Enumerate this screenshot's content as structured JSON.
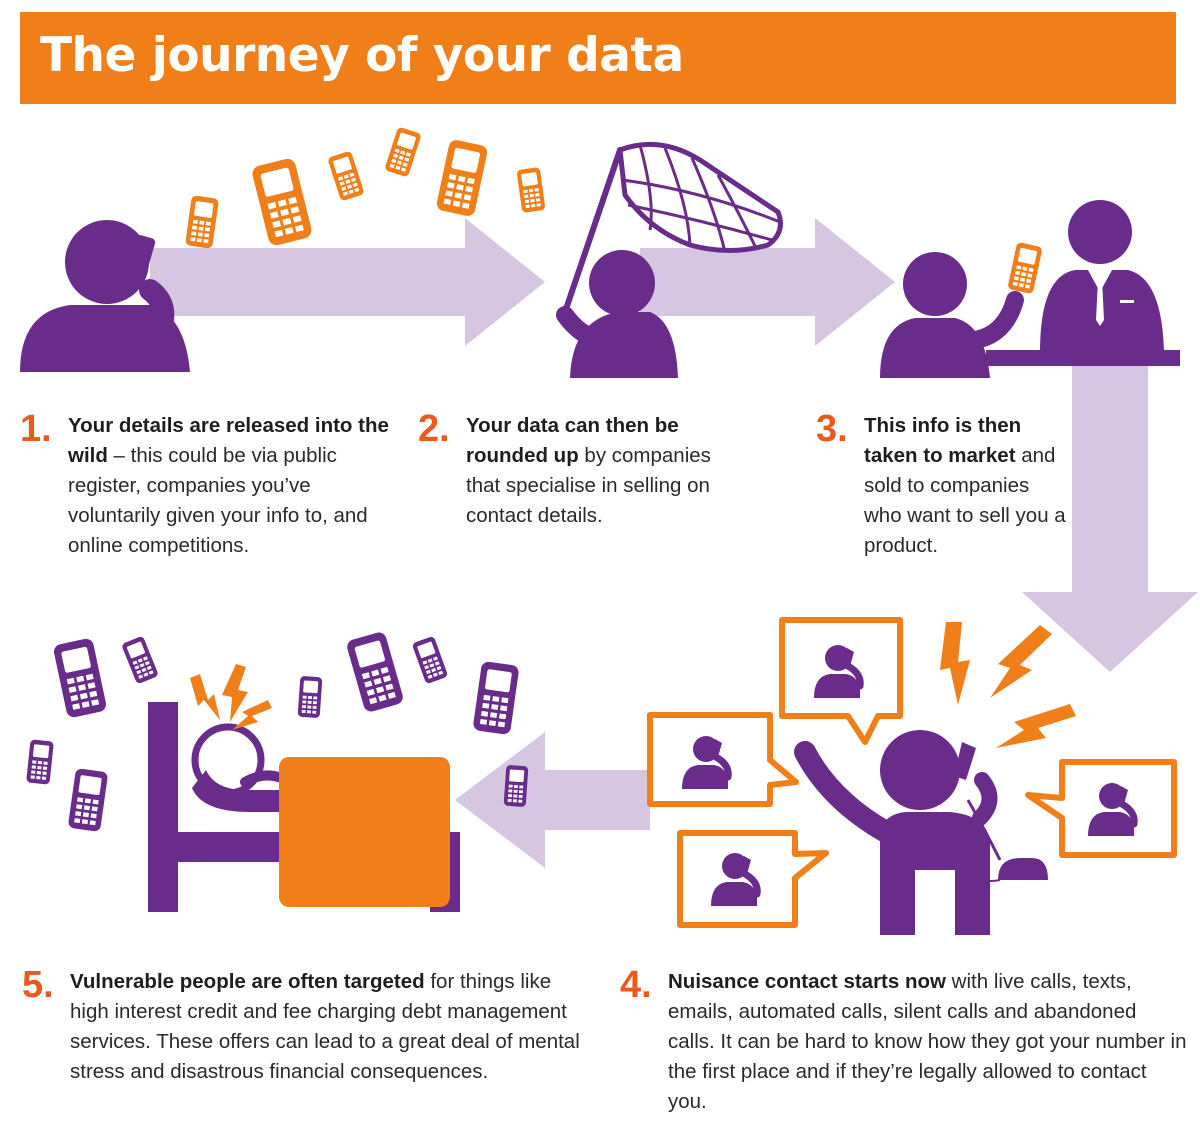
{
  "title": "The journey of your data",
  "colors": {
    "orange": "#f07f1a",
    "purple": "#6a2c8b",
    "lavender": "#d6c6e1",
    "number": "#ea5a1e"
  },
  "steps": [
    {
      "number": "1.",
      "bold": "Your details are released into the wild",
      "rest": " – this could be via public register, companies you’ve voluntarily given your info to, and online competitions."
    },
    {
      "number": "2.",
      "bold": "Your data can then be rounded up",
      "rest": " by companies that specialise in selling on contact details."
    },
    {
      "number": "3.",
      "bold": "This info is then taken to market",
      "rest": " and sold to companies who want to sell you a product."
    },
    {
      "number": "4.",
      "bold": "Nuisance contact starts now",
      "rest": " with live calls, texts, emails, automated calls, silent calls and abandoned calls. It can be hard to know how they got your number in the first place and if they’re legally allowed to contact you."
    },
    {
      "number": "5.",
      "bold": "Vulnerable people are often targeted",
      "rest": " for things like high interest credit and fee charging debt management services. These offers can lead to a great deal of mental stress and disastrous financial consequences."
    }
  ],
  "icons": [
    "person-on-phone-icon",
    "mobile-phone-icon",
    "butterfly-net-icon",
    "salesperson-icon",
    "speech-bubble-icon",
    "lightning-icon",
    "bed-icon",
    "desk-phone-icon"
  ]
}
